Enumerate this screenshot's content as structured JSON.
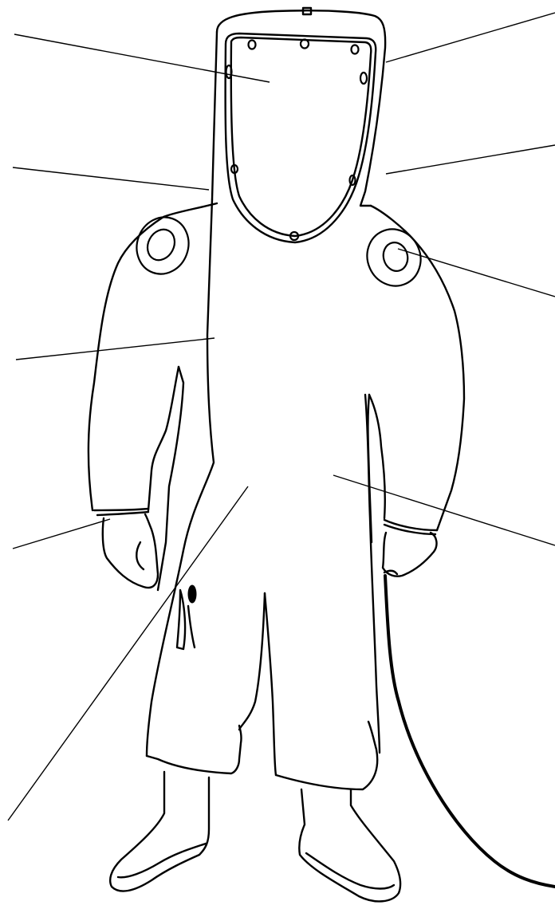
{
  "figure": {
    "subject": "gas-tight-chemical-protective-suit",
    "icons": [
      "hood-icon",
      "visor-icon",
      "glove-icon",
      "boot-icon",
      "breathing-hose-icon",
      "exhaust-valve-icon",
      "zipper-pull-icon"
    ],
    "stroke_color": "#000000",
    "background_color": "#ffffff"
  },
  "callouts": [
    {
      "id": "visor",
      "text": ""
    },
    {
      "id": "hood-top",
      "text": ""
    },
    {
      "id": "neck-left",
      "text": ""
    },
    {
      "id": "hood-right",
      "text": ""
    },
    {
      "id": "shoulder-valve",
      "text": ""
    },
    {
      "id": "chest",
      "text": ""
    },
    {
      "id": "cuff",
      "text": ""
    },
    {
      "id": "body-right",
      "text": ""
    },
    {
      "id": "zipper",
      "text": ""
    }
  ]
}
